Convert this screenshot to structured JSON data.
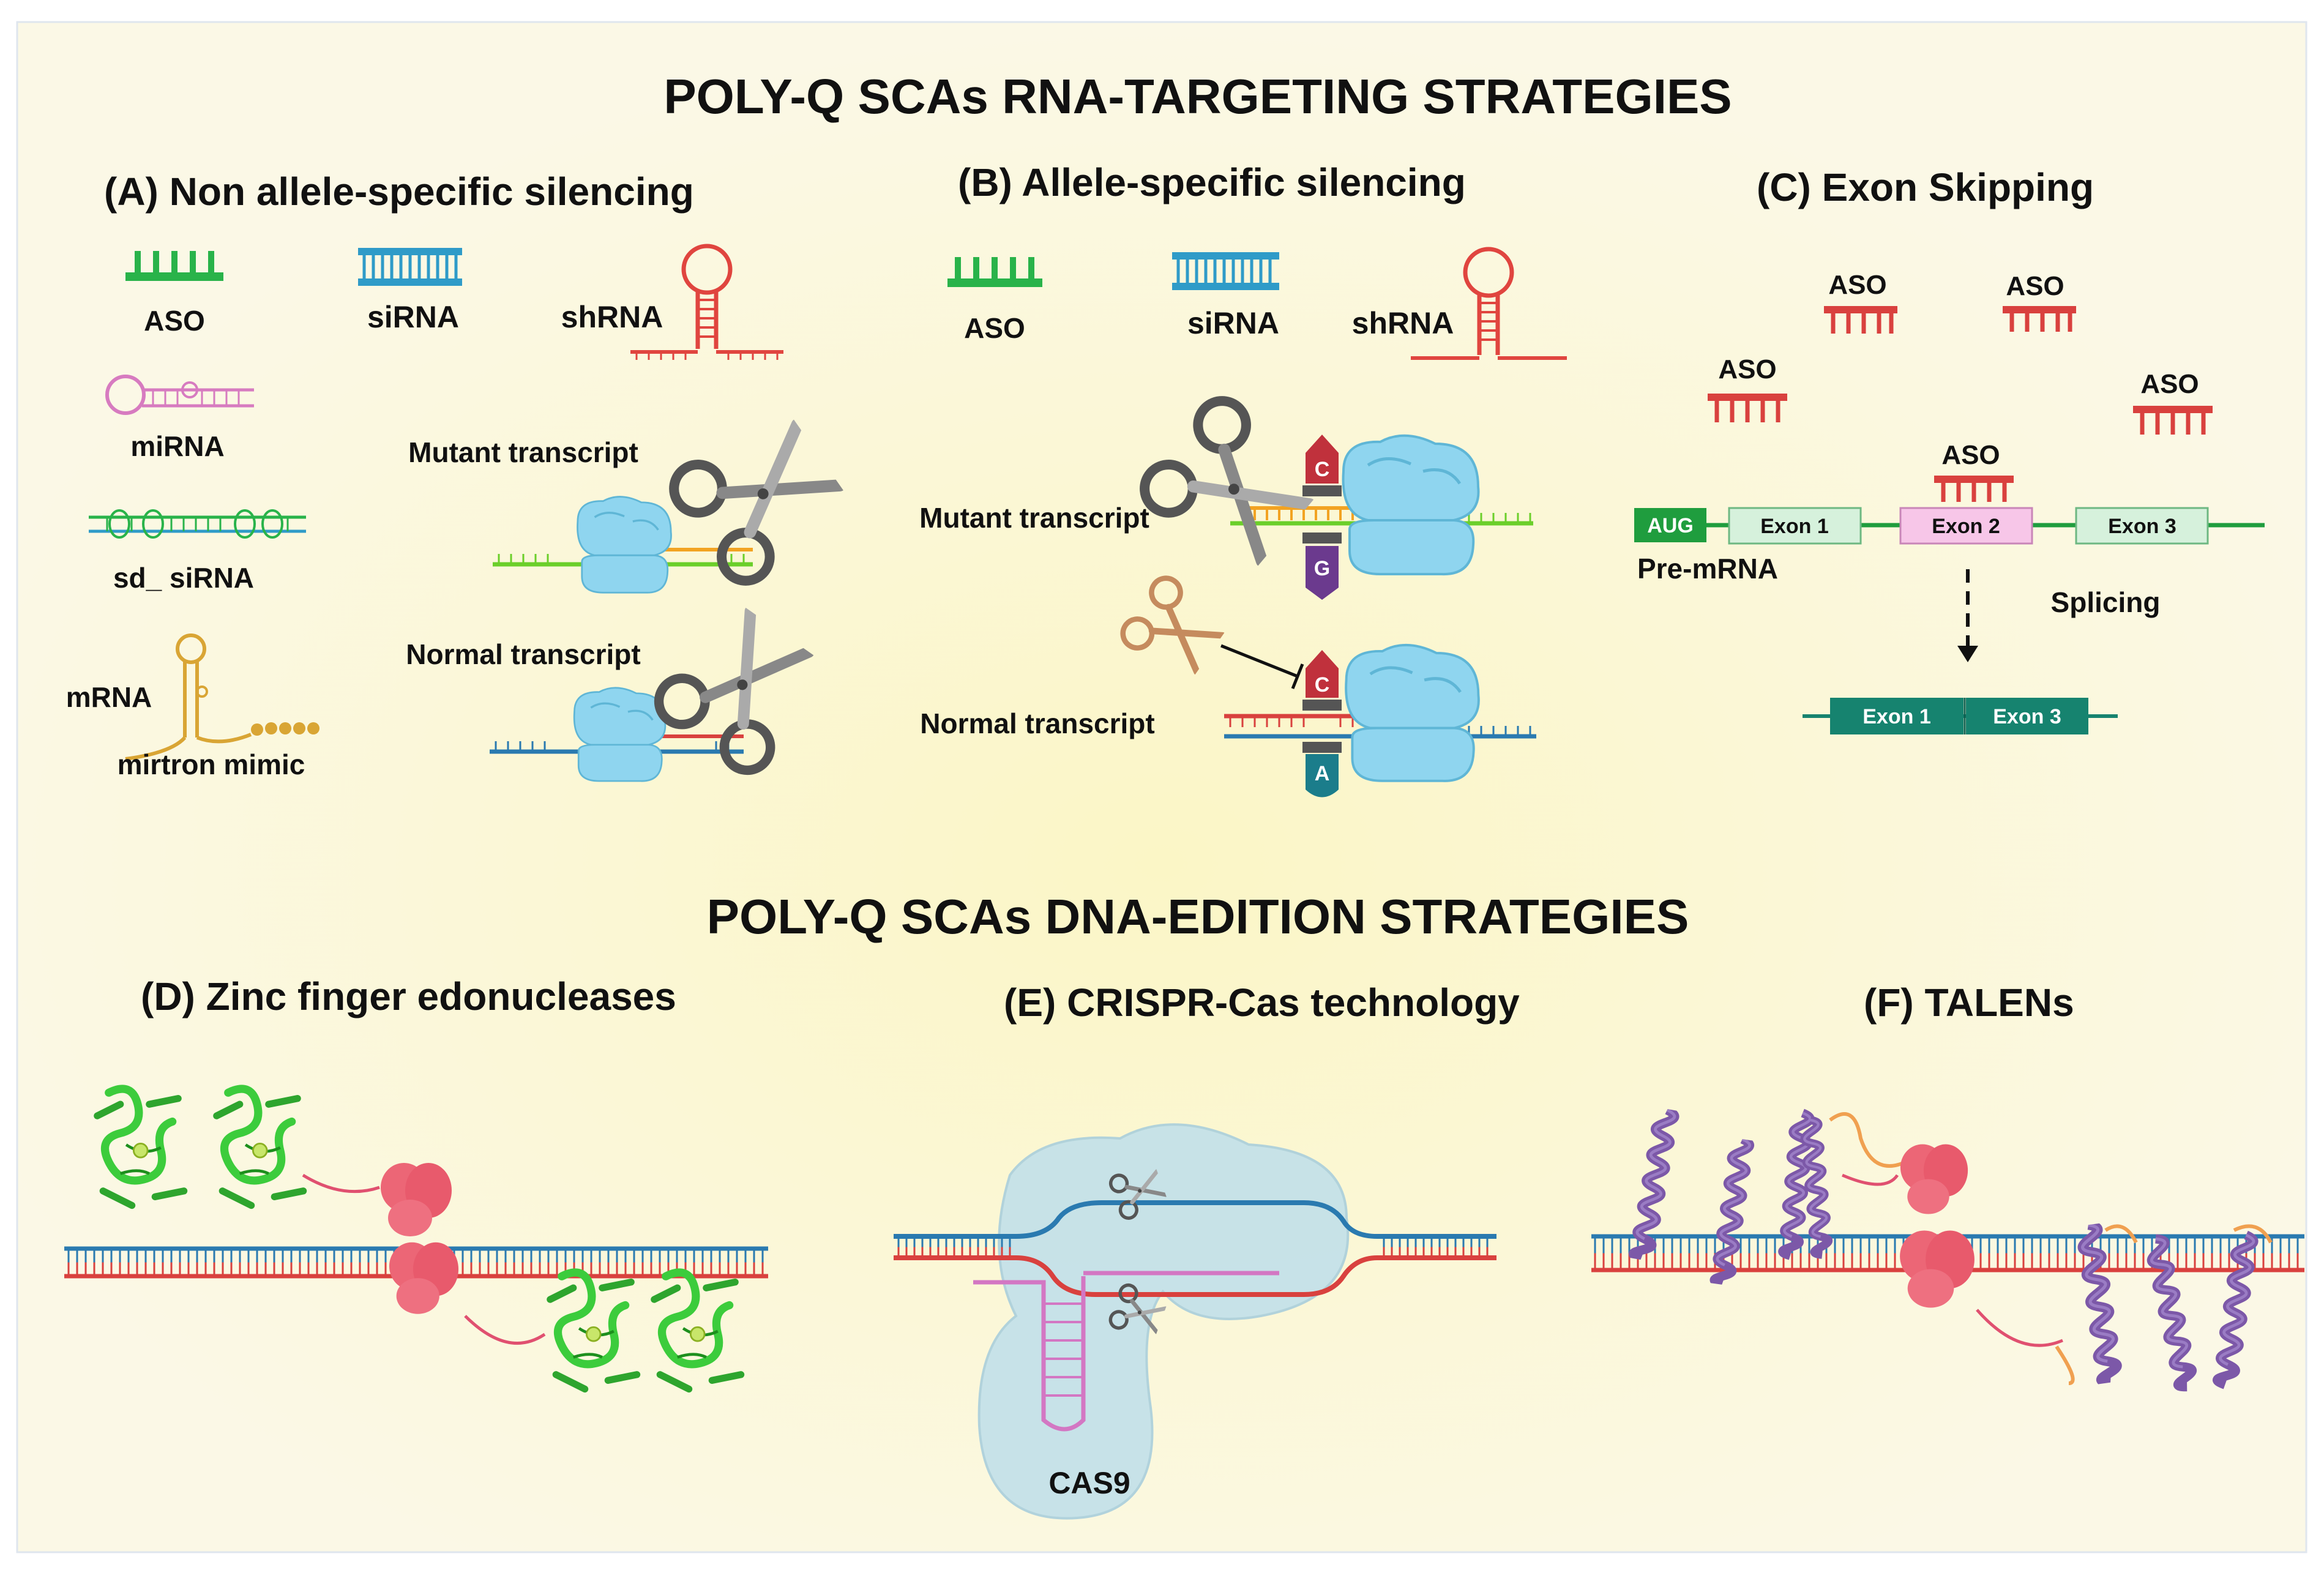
{
  "titles": {
    "rna": "POLY-Q SCAs RNA-TARGETING STRATEGIES",
    "dna": "POLY-Q SCAs DNA-EDITION STRATEGIES"
  },
  "panel_a": {
    "title": "(A) Non allele-specific silencing",
    "aso": "ASO",
    "sirna": "siRNA",
    "shrna": "shRNA",
    "mirna": "miRNA",
    "sd_sirna": "sd_ siRNA",
    "mrna": "mRNA",
    "mirtron": "mirtron mimic",
    "mutant": "Mutant transcript",
    "normal": "Normal transcript"
  },
  "panel_b": {
    "title": "(B) Allele-specific silencing",
    "aso": "ASO",
    "sirna": "siRNA",
    "shrna": "shRNA",
    "mutant": "Mutant transcript",
    "normal": "Normal transcript",
    "base_c1": "C",
    "base_g": "G",
    "base_c2": "C",
    "base_a": "A"
  },
  "panel_c": {
    "title": "(C) Exon Skipping",
    "aso_labels": [
      "ASO",
      "ASO",
      "ASO",
      "ASO",
      "ASO"
    ],
    "aug": "AUG",
    "exon1": "Exon 1",
    "exon2": "Exon 2",
    "exon3": "Exon 3",
    "premrna": "Pre-mRNA",
    "splicing": "Splicing",
    "result_exon1": "Exon 1",
    "result_exon3": "Exon 3"
  },
  "panel_d": {
    "title": "(D) Zinc finger edonucleases"
  },
  "panel_e": {
    "title": "(E) CRISPR-Cas technology",
    "cas9": "CAS9"
  },
  "panel_f": {
    "title": "(F) TALENs"
  },
  "colors": {
    "background": "#fbf8e4",
    "aso_green": "#29b34a",
    "sirna_blue": "#2f9bc8",
    "shrna_red": "#e0453f",
    "mirna_pink": "#d77bc0",
    "mirtron_gold": "#d9a534",
    "ribosome": "#86d1ec",
    "dna_blue": "#2a7ab0",
    "dna_red": "#d9413e",
    "exon_green": "#d6f1dc",
    "exon_pink": "#f7c6e8",
    "exon_teal": "#16836f",
    "aug_green": "#1f9d3e",
    "nuclease_pink": "#ec6676",
    "zf_green": "#3ccc3c",
    "tale_purple": "#7c58a8",
    "tale_orange": "#f0a050",
    "cas9_blob": "#c2e0ea",
    "guide_pink": "#d377c3"
  },
  "icons": [
    "scissors-icon",
    "ribosome-icon",
    "hairpin-icon",
    "protein-helix-icon"
  ]
}
